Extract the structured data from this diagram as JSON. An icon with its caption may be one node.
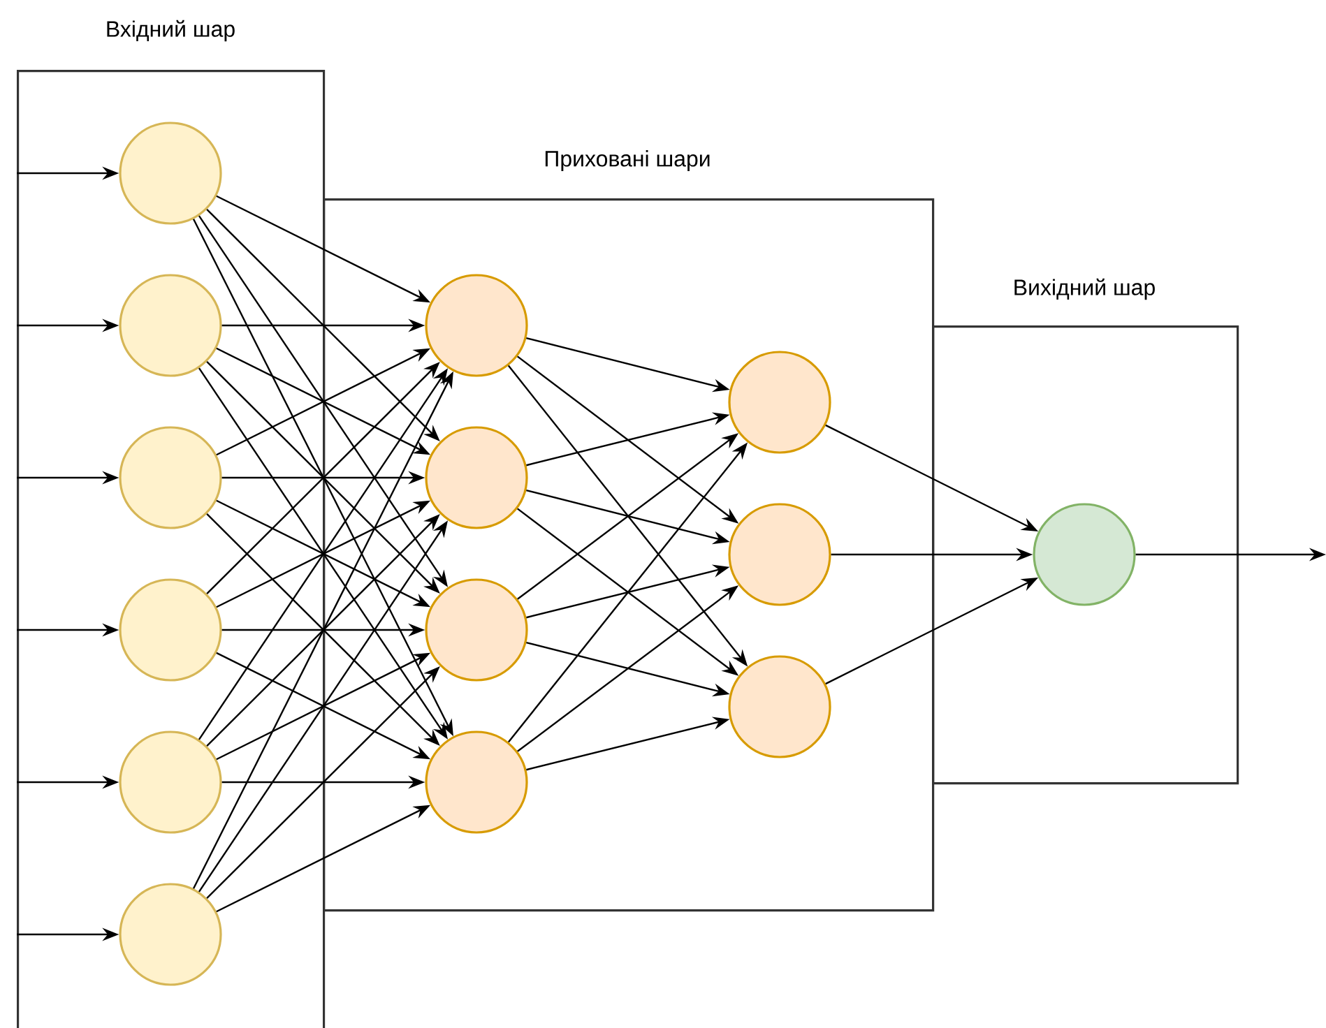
{
  "diagram": {
    "nodes": [
      {
        "text": [
          "Вхідний шар"
        ]
      },
      {
        "text": [],
        "shape": "circle",
        "in": 0
      },
      {
        "text": [],
        "shape": "circle",
        "in": 0
      },
      {
        "text": [],
        "shape": "circle",
        "in": 0
      },
      {
        "text": [],
        "shape": "circle",
        "in": 0
      },
      {
        "text": [],
        "shape": "circle",
        "in": 0
      },
      {
        "text": [],
        "shape": "circle",
        "in": 0
      },
      {
        "text": [
          "Приховані шари"
        ]
      },
      {
        "text": [],
        "shape": "circle",
        "in": 7
      },
      {
        "text": [],
        "shape": "circle",
        "in": 7
      },
      {
        "text": [],
        "shape": "circle",
        "in": 7
      },
      {
        "text": [],
        "shape": "circle",
        "in": 7
      },
      {
        "text": [],
        "shape": "circle",
        "in": 7
      },
      {
        "text": [],
        "shape": "circle",
        "in": 7
      },
      {
        "text": [],
        "shape": "circle",
        "in": 7
      },
      {
        "text": [
          "Вихідний шар"
        ]
      },
      {
        "text": [],
        "shape": "circle",
        "in": 15
      }
    ],
    "edges": [
      {
        "from": null,
        "to": 1,
        "arrow": "to"
      },
      {
        "from": null,
        "to": 2,
        "arrow": "to"
      },
      {
        "from": null,
        "to": 3,
        "arrow": "to"
      },
      {
        "from": null,
        "to": 4,
        "arrow": "to"
      },
      {
        "from": null,
        "to": 5,
        "arrow": "to"
      },
      {
        "from": null,
        "to": 6,
        "arrow": "to"
      },
      {
        "from": 1,
        "to": 8,
        "arrow": "to"
      },
      {
        "from": 1,
        "to": 9,
        "arrow": "to"
      },
      {
        "from": 1,
        "to": 10,
        "arrow": "to"
      },
      {
        "from": 1,
        "to": 11,
        "arrow": "to"
      },
      {
        "from": 2,
        "to": 8,
        "arrow": "to"
      },
      {
        "from": 2,
        "to": 9,
        "arrow": "to"
      },
      {
        "from": 2,
        "to": 10,
        "arrow": "to"
      },
      {
        "from": 2,
        "to": 11,
        "arrow": "to"
      },
      {
        "from": 3,
        "to": 8,
        "arrow": "to"
      },
      {
        "from": 3,
        "to": 9,
        "arrow": "to"
      },
      {
        "from": 3,
        "to": 10,
        "arrow": "to"
      },
      {
        "from": 3,
        "to": 11,
        "arrow": "to"
      },
      {
        "from": 4,
        "to": 8,
        "arrow": "to"
      },
      {
        "from": 4,
        "to": 9,
        "arrow": "to"
      },
      {
        "from": 4,
        "to": 10,
        "arrow": "to"
      },
      {
        "from": 4,
        "to": 11,
        "arrow": "to"
      },
      {
        "from": 5,
        "to": 8,
        "arrow": "to"
      },
      {
        "from": 5,
        "to": 9,
        "arrow": "to"
      },
      {
        "from": 5,
        "to": 10,
        "arrow": "to"
      },
      {
        "from": 5,
        "to": 11,
        "arrow": "to"
      },
      {
        "from": 6,
        "to": 8,
        "arrow": "to"
      },
      {
        "from": 6,
        "to": 9,
        "arrow": "to"
      },
      {
        "from": 6,
        "to": 10,
        "arrow": "to"
      },
      {
        "from": 6,
        "to": 11,
        "arrow": "to"
      },
      {
        "from": 8,
        "to": 12,
        "arrow": "to"
      },
      {
        "from": 8,
        "to": 13,
        "arrow": "to"
      },
      {
        "from": 8,
        "to": 14,
        "arrow": "to"
      },
      {
        "from": 9,
        "to": 12,
        "arrow": "to"
      },
      {
        "from": 9,
        "to": 13,
        "arrow": "to"
      },
      {
        "from": 9,
        "to": 14,
        "arrow": "to"
      },
      {
        "from": 10,
        "to": 12,
        "arrow": "to"
      },
      {
        "from": 10,
        "to": 13,
        "arrow": "to"
      },
      {
        "from": 10,
        "to": 14,
        "arrow": "to"
      },
      {
        "from": 11,
        "to": 12,
        "arrow": "to"
      },
      {
        "from": 11,
        "to": 13,
        "arrow": "to"
      },
      {
        "from": 11,
        "to": 14,
        "arrow": "to"
      },
      {
        "from": 12,
        "to": 16,
        "arrow": "to"
      },
      {
        "from": 13,
        "to": 16,
        "arrow": "to"
      },
      {
        "from": 14,
        "to": 16,
        "arrow": "to"
      },
      {
        "from": 16,
        "to": null,
        "arrow": "to"
      }
    ]
  }
}
